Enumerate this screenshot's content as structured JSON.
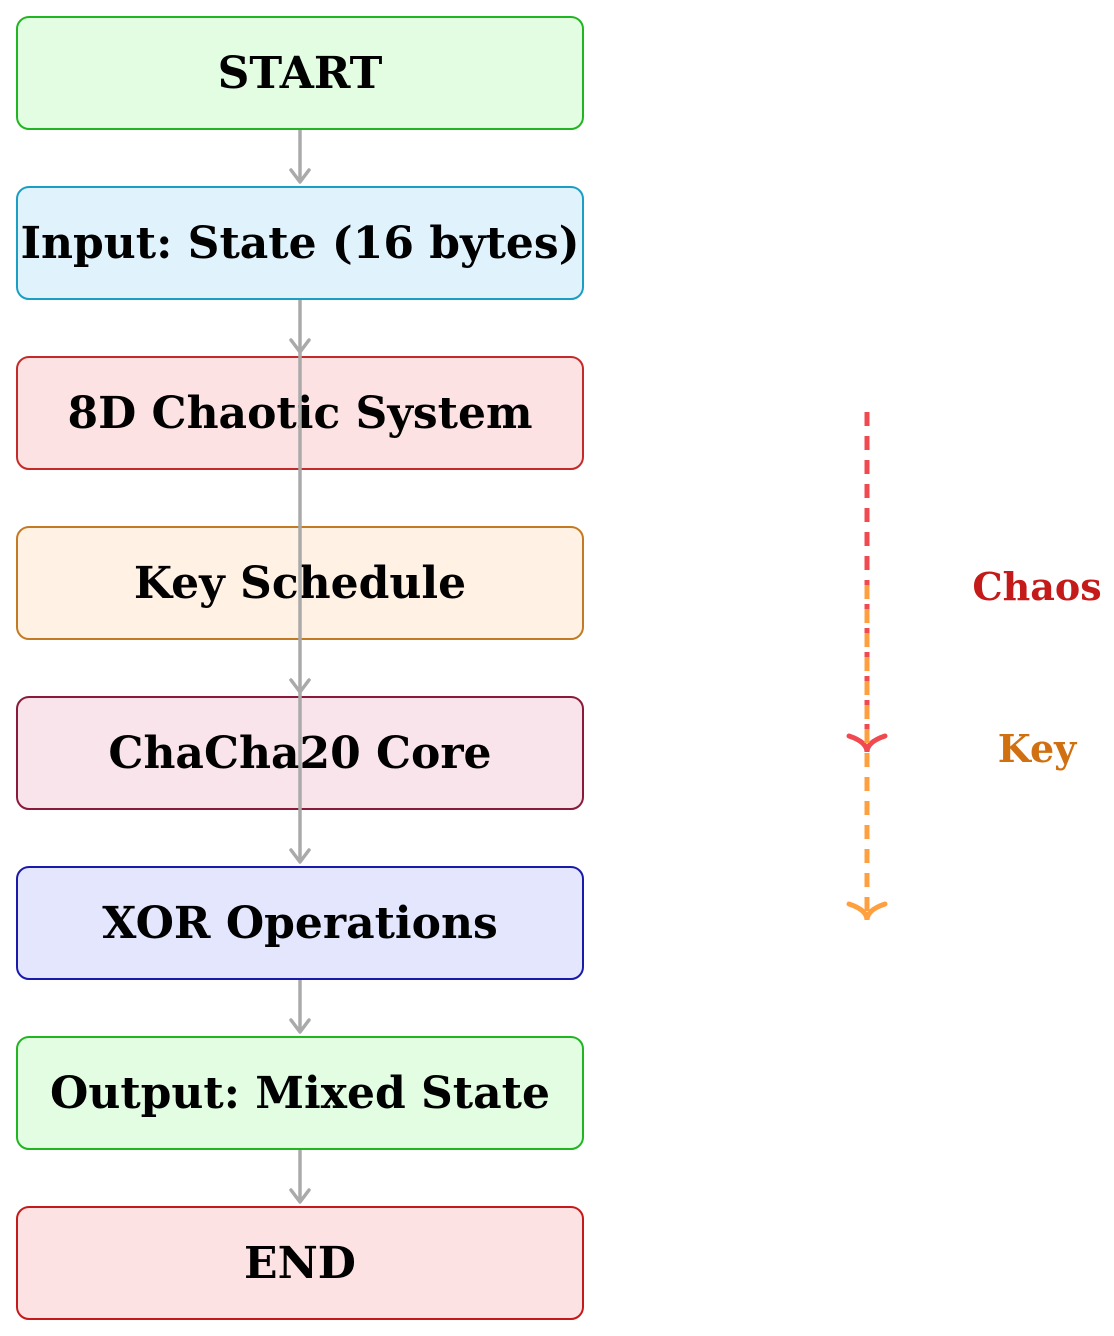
{
  "nodes": [
    {
      "id": "start",
      "label": "START",
      "fill": "#e2fde2",
      "stroke": "#22b522"
    },
    {
      "id": "input",
      "label": "Input: State (16 bytes)",
      "fill": "#e0f3fc",
      "stroke": "#1a9ec4"
    },
    {
      "id": "chaotic",
      "label": "8D Chaotic System",
      "fill": "#fde2e4",
      "stroke": "#c42a2a"
    },
    {
      "id": "key-schedule",
      "label": "Key Schedule",
      "fill": "#fff1e4",
      "stroke": "#c47a22"
    },
    {
      "id": "chacha",
      "label": "ChaCha20 Core",
      "fill": "#f8e4ea",
      "stroke": "#8a1a3a"
    },
    {
      "id": "xor",
      "label": "XOR Operations",
      "fill": "#e4e6fe",
      "stroke": "#1a1aaa"
    },
    {
      "id": "output",
      "label": "Output: Mixed State",
      "fill": "#e2fde2",
      "stroke": "#22b522"
    },
    {
      "id": "end",
      "label": "END",
      "fill": "#fde2e4",
      "stroke": "#c41a1a"
    }
  ],
  "side_flows": [
    {
      "id": "chaos",
      "label": "Chaos",
      "line_color": "#f04a50",
      "label_color": "#c41a1a"
    },
    {
      "id": "key",
      "label": "Key",
      "line_color": "#ffa040",
      "label_color": "#d07010"
    }
  ]
}
